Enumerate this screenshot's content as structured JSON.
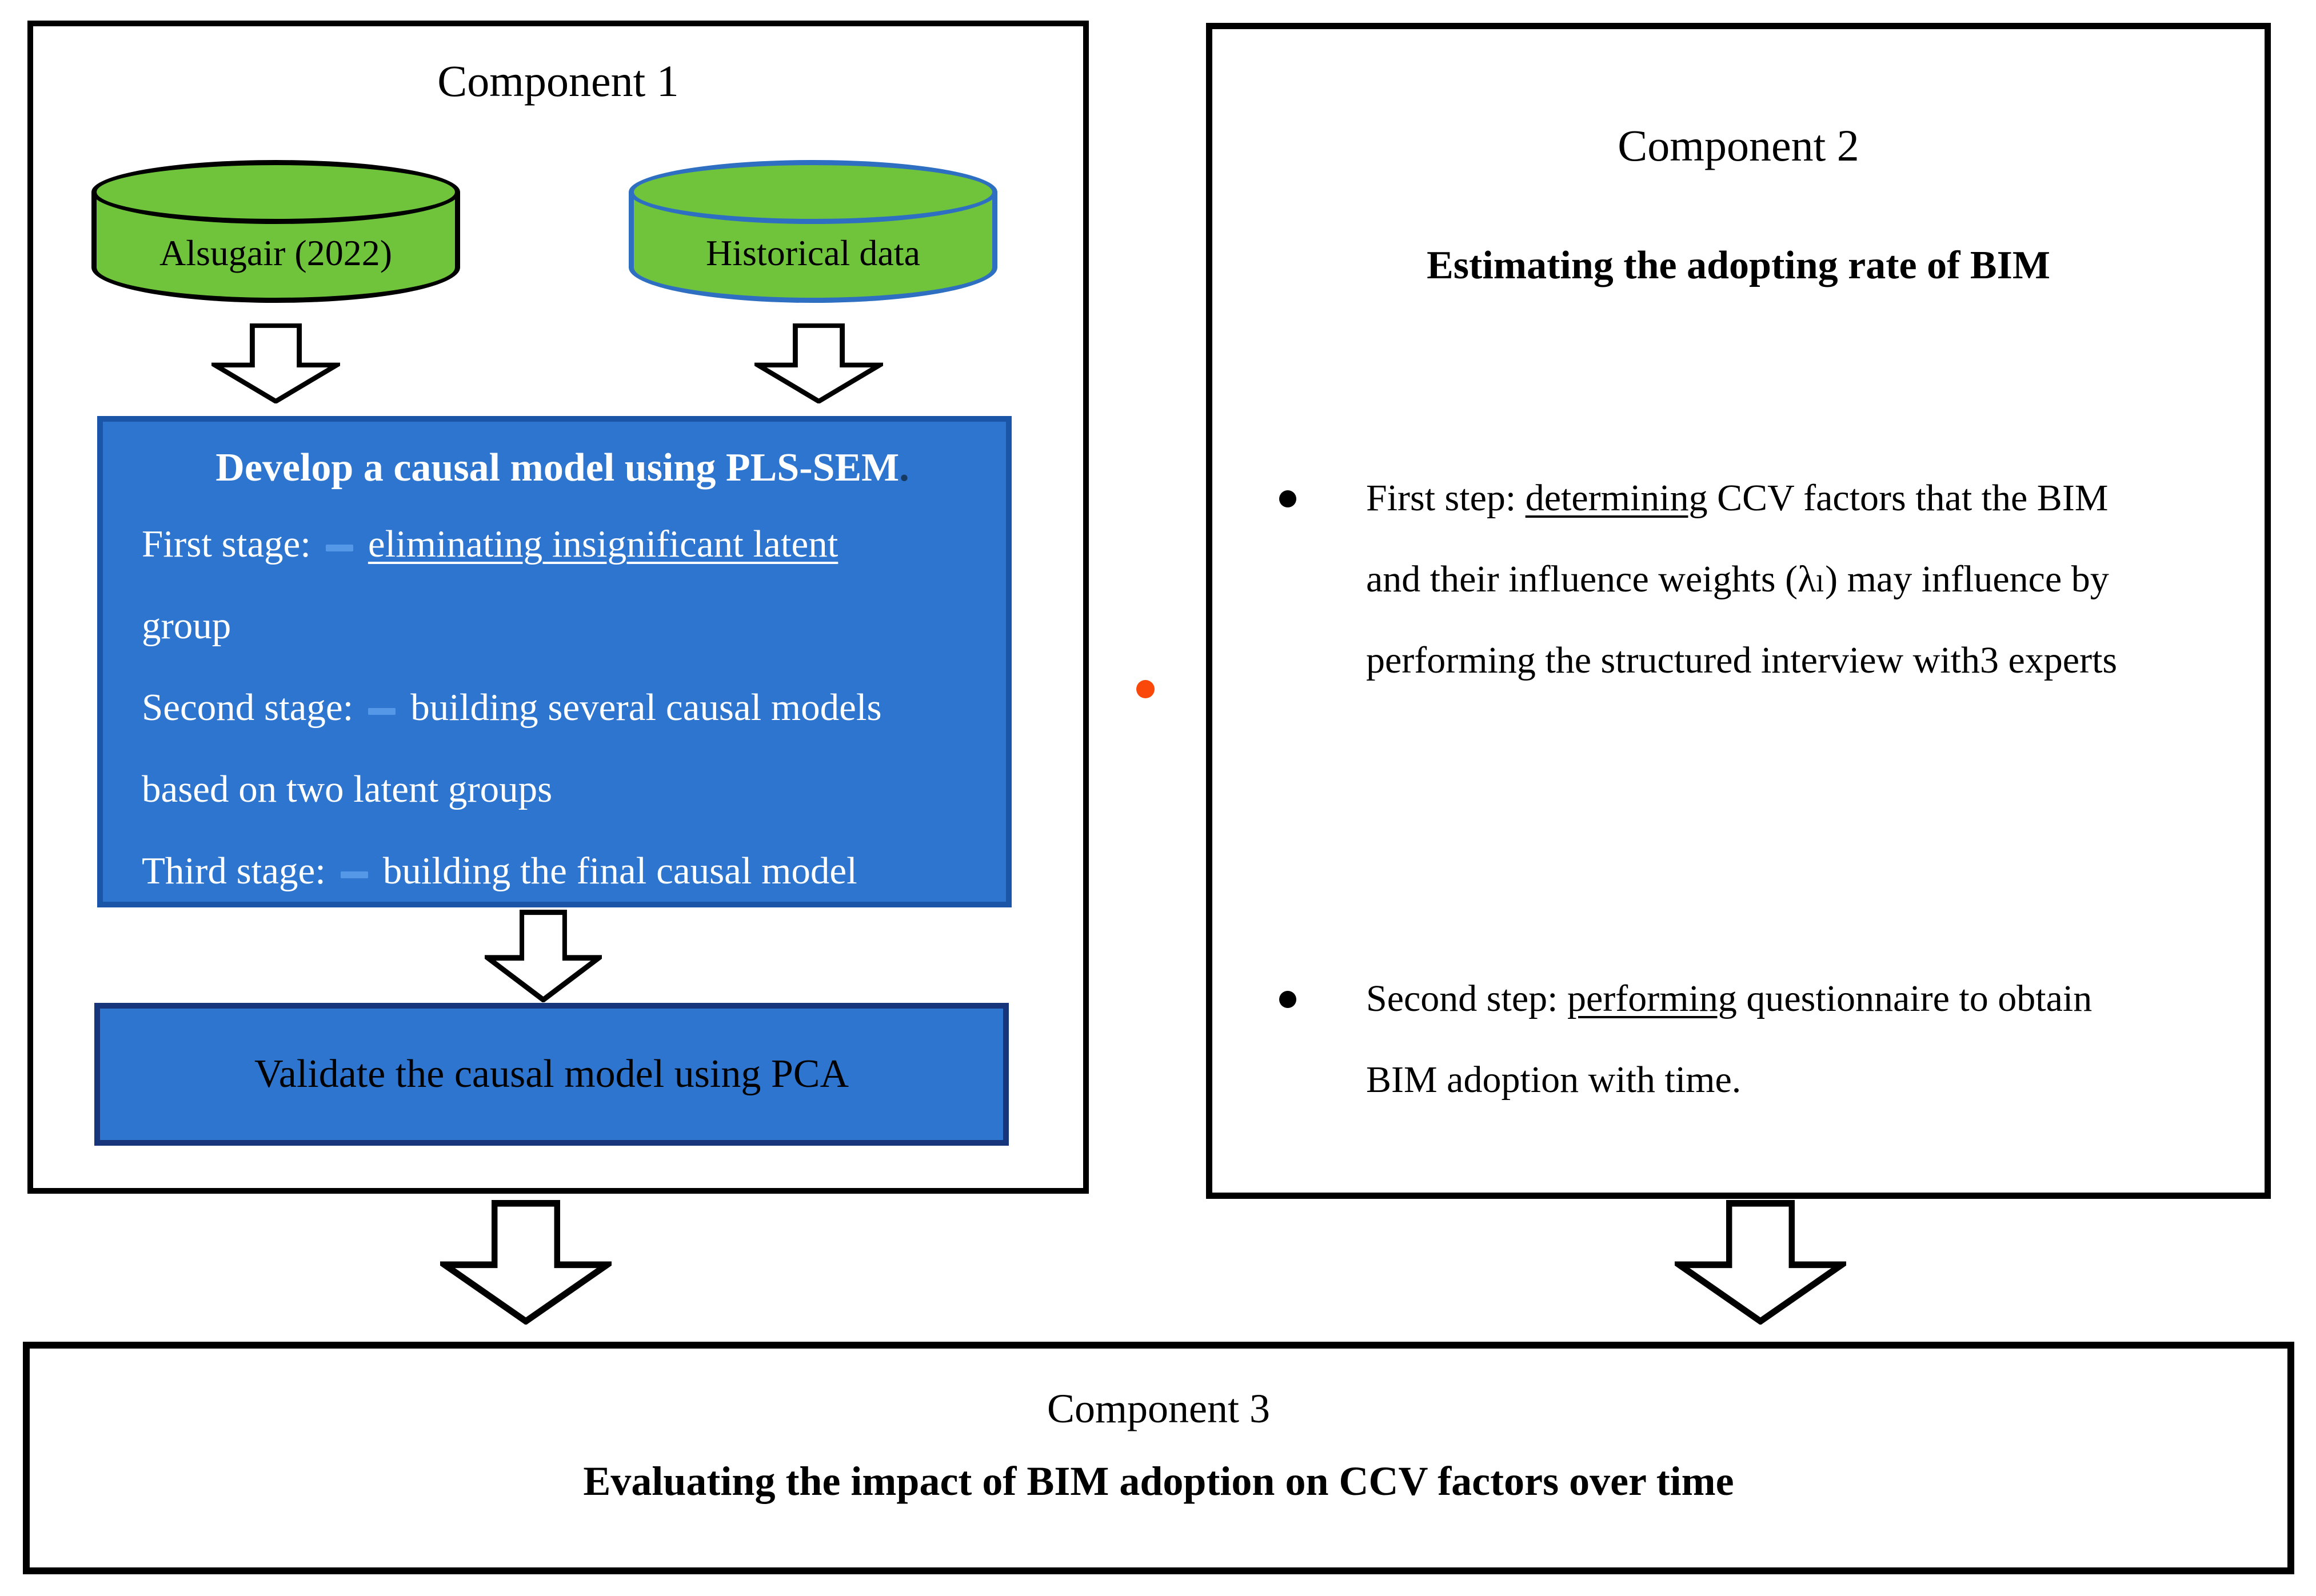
{
  "figure": {
    "kind": "methodology-flowchart"
  },
  "component1": {
    "title": "Component 1",
    "cylinder1_label": "Alsugair (2022)",
    "cylinder2_label": "Historical data",
    "model_box": {
      "heading": "Develop a causal model using PLS-SEM",
      "heading_period": ".",
      "stage1_label": "First stage:",
      "stage1_text": "eliminating insignificant latent",
      "stage1_cont": "group",
      "stage2_label": "Second stage:",
      "stage2_text": "building several causal models",
      "stage2_cont": "based on two latent groups",
      "stage3_label": "Third stage:",
      "stage3_text": "building the final causal model"
    },
    "validate_box_text": "Validate the causal model using PCA"
  },
  "component2": {
    "title": "Component 2",
    "subtitle": "Estimating the adopting rate of BIM",
    "bullet1": {
      "pre": "First step: ",
      "underlined": "determining",
      "post": " CCV factors that the BIM",
      "line2": "and their influence weights (λₗ) may influence by",
      "line3": "performing the structured interview with3 experts"
    },
    "bullet2": {
      "pre": "Second step: ",
      "underlined": "performing",
      "post": " questionnaire to obtain",
      "line2": "BIM adoption with time."
    }
  },
  "component3": {
    "title": "Component 3",
    "subtitle": "Evaluating the impact of BIM adoption on CCV factors over time"
  },
  "colors": {
    "process_box_fill": "#2E75CF",
    "process_box_border": "#1A55A8",
    "validate_box_border": "#16357A",
    "cylinder_fill": "#6FC43C",
    "cylinder1_border": "#000000",
    "cylinder2_border": "#2E6FC1",
    "tab_mark": "#5598E8",
    "orange_dot": "#F9480A",
    "box_border": "#000000"
  },
  "icons": {
    "down_arrow": "down-arrow-icon",
    "bullet": "bullet-dot",
    "marker": "orange-dot"
  }
}
